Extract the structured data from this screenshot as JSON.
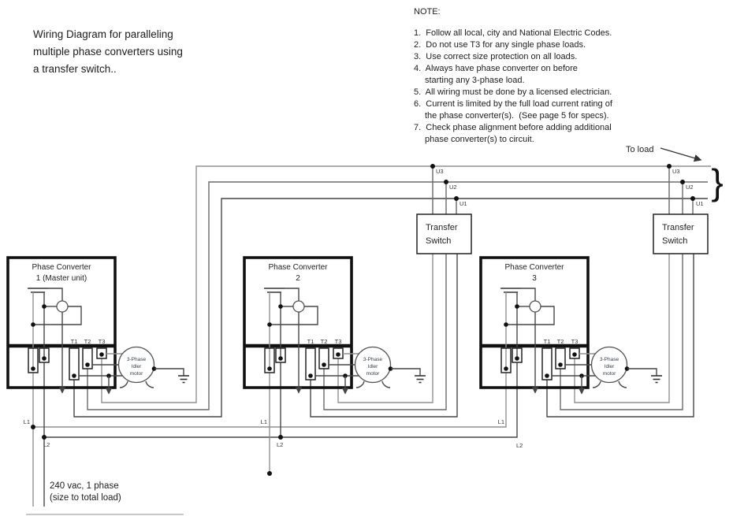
{
  "title": {
    "line1": "Wiring Diagram for paralleling",
    "line2": "multiple phase converters using",
    "line3": "a transfer switch.."
  },
  "note": {
    "heading": "NOTE:",
    "items": [
      "1.  Follow all local, city and National Electric Codes.",
      "2.  Do not use T3 for any single phase loads.",
      "3.  Use correct size protection on all loads.",
      "4.  Always have phase converter on before\nstarting any 3-phase load.",
      "5.  All wiring must be done by a licensed electrician.",
      "6.  Current is limited by the full load current rating of\nthe phase converter(s).  (See page 5 for specs).",
      "7.  Check phase alignment before adding additional\nphase converter(s) to circuit."
    ]
  },
  "to_load": "To load",
  "brace": "}",
  "bus": {
    "u1": "U1",
    "u2": "U2",
    "u3": "U3"
  },
  "transfer_switch": {
    "line1": "Transfer",
    "line2": "Switch"
  },
  "converters": [
    {
      "title": "Phase Converter",
      "subtitle": "1 (Master unit)"
    },
    {
      "title": "Phase Converter",
      "subtitle": "2"
    },
    {
      "title": "Phase Converter",
      "subtitle": "3"
    }
  ],
  "terminals": {
    "t1": "T1",
    "t2": "T2",
    "t3": "T3"
  },
  "motor": {
    "line1": "3-Phase",
    "line2": "Idler",
    "line3": "motor"
  },
  "feed": {
    "l1": "L1",
    "l2": "L2"
  },
  "supply": {
    "line1": "240 vac, 1 phase",
    "line2": "(size to total load)"
  },
  "colors": {
    "wire_gray": "#919191",
    "wire_dark": "#474747",
    "box_black": "#111111"
  }
}
